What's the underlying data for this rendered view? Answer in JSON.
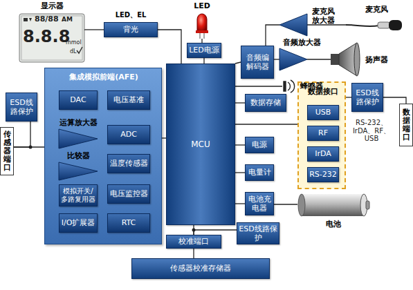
{
  "diagram": {
    "nodes": [
      {
        "text": [
          "显示器"
        ]
      },
      {
        "text": [
          "背光"
        ]
      },
      {
        "text": [
          "LED"
        ]
      },
      {
        "text": [
          "LED电源"
        ]
      },
      {
        "text": [
          "音频编解码器"
        ]
      },
      {
        "text": [
          "麦克风放大器"
        ]
      },
      {
        "text": [
          "音频放大器"
        ]
      },
      {
        "text": [
          "麦克风"
        ]
      },
      {
        "text": [
          "扬声器"
        ]
      },
      {
        "text": [
          "蜂鸣器"
        ]
      },
      {
        "text": [
          "集成模拟前端(AFE)"
        ]
      },
      {
        "text": [
          "DAC"
        ],
        "in": 10
      },
      {
        "text": [
          "电压基准"
        ],
        "in": 10
      },
      {
        "text": [
          "运算放大器"
        ],
        "in": 10
      },
      {
        "text": [
          "ADC"
        ],
        "in": 10
      },
      {
        "text": [
          "比较器"
        ],
        "in": 10
      },
      {
        "text": [
          "温度传感器"
        ],
        "in": 10
      },
      {
        "text": [
          "模拟开关/多路复用器"
        ],
        "in": 10
      },
      {
        "text": [
          "电压监控器"
        ],
        "in": 10
      },
      {
        "text": [
          "I/O扩展器"
        ],
        "in": 10
      },
      {
        "text": [
          "RTC"
        ],
        "in": 10
      },
      {
        "text": [
          "MCU"
        ]
      },
      {
        "text": [
          "数据存储"
        ]
      },
      {
        "text": [
          "电源"
        ]
      },
      {
        "text": [
          "电量计"
        ]
      },
      {
        "text": [
          "电池充电器"
        ]
      },
      {
        "text": [
          "电池"
        ]
      },
      {
        "text": [
          "数据接口"
        ]
      },
      {
        "text": [
          "USB"
        ],
        "in": 27
      },
      {
        "text": [
          "RF"
        ],
        "in": 27
      },
      {
        "text": [
          "IrDA"
        ],
        "in": 27
      },
      {
        "text": [
          "RS-232"
        ],
        "in": 27
      },
      {
        "text": [
          "ESD线路保护"
        ]
      },
      {
        "text": [
          "传感器端口"
        ]
      },
      {
        "text": [
          "ESD线路保护"
        ]
      },
      {
        "text": [
          "数据端口"
        ]
      },
      {
        "text": [
          "ESD线路保护"
        ]
      },
      {
        "text": [
          "校准端口"
        ]
      },
      {
        "text": [
          "传感器校准存储器"
        ]
      }
    ],
    "edges": [
      {
        "from": 1,
        "to": 0,
        "arrow": "none",
        "label": "LED、EL"
      },
      {
        "from": 1,
        "to": 21,
        "arrow": "none"
      },
      {
        "from": 2,
        "to": 3,
        "arrow": "none"
      },
      {
        "from": 3,
        "to": 21,
        "arrow": "none"
      },
      {
        "from": 4,
        "to": 21,
        "arrow": "none"
      },
      {
        "from": 5,
        "to": 4,
        "arrow": "none"
      },
      {
        "from": 7,
        "to": 5,
        "arrow": "none"
      },
      {
        "from": 4,
        "to": 6,
        "arrow": "none"
      },
      {
        "from": 6,
        "to": 8,
        "arrow": "none"
      },
      {
        "from": 9,
        "to": 21,
        "arrow": "none"
      },
      {
        "from": 10,
        "to": 21,
        "arrow": "none"
      },
      {
        "from": 22,
        "to": 21,
        "arrow": "none"
      },
      {
        "from": 27,
        "to": 21,
        "arrow": "none"
      },
      {
        "from": 27,
        "to": 34,
        "arrow": "none"
      },
      {
        "from": 34,
        "to": 35,
        "arrow": "none"
      },
      {
        "from": 23,
        "to": 21,
        "arrow": "none"
      },
      {
        "from": 24,
        "to": 21,
        "arrow": "none"
      },
      {
        "from": 25,
        "to": 21,
        "arrow": "none"
      },
      {
        "from": 25,
        "to": 26,
        "arrow": "none"
      },
      {
        "from": 32,
        "to": 33,
        "arrow": "none"
      },
      {
        "from": 33,
        "to": 10,
        "arrow": "none"
      },
      {
        "from": 21,
        "to": 37,
        "arrow": "none"
      },
      {
        "from": 36,
        "to": 37,
        "arrow": "none"
      },
      {
        "from": 37,
        "to": 38,
        "arrow": "none"
      }
    ],
    "labels": [
      "88/88",
      "AM",
      "8.8.8",
      "mmol",
      "dL",
      "RS-232、IrDA、RF、USB"
    ]
  }
}
